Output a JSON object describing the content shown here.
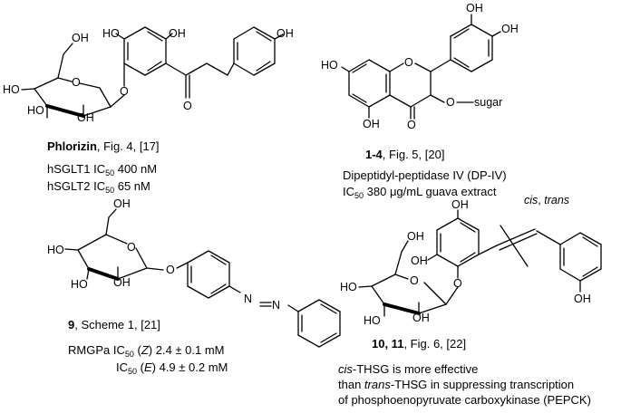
{
  "compounds": [
    {
      "id": "phlorizin",
      "atom_labels": [
        "HO",
        "OH",
        "OH",
        "OH",
        "O",
        "HO",
        "HO",
        "O",
        "OH",
        "O"
      ],
      "caption": {
        "name": "Phlorizin",
        "ref": ", Fig. 4, [17]"
      },
      "activity": [
        {
          "target": "hSGLT1",
          "measure": "IC",
          "sub": "50",
          "value": "400 nM"
        },
        {
          "target": "hSGLT2",
          "measure": "IC",
          "sub": "50",
          "value": "65 nM"
        }
      ]
    },
    {
      "id": "compound-1-4",
      "atom_labels": [
        "OH",
        "OH",
        "HO",
        "O",
        "O",
        "sugar",
        "OH",
        "O"
      ],
      "caption": {
        "name": "1-4",
        "ref": ", Fig. 5, [20]"
      },
      "target": "Dipeptidyl-peptidase IV (DP-IV)",
      "activity": {
        "measure": "IC",
        "sub": "50",
        "value": "380 μg/mL guava extract"
      }
    },
    {
      "id": "compound-9",
      "atom_labels": [
        "OH",
        "O",
        "HO",
        "HO",
        "OH",
        "O",
        "N",
        "N"
      ],
      "caption": {
        "name": "9",
        "ref": ", Scheme 1, [21]"
      },
      "activity": [
        {
          "target": "RMGPa",
          "measure": "IC",
          "sub": "50",
          "isomer": "Z",
          "value": "2.4 ± 0.1 mM"
        },
        {
          "target": "",
          "measure": "IC",
          "sub": "50",
          "isomer": "E",
          "value": "4.9 ± 0.2 mM"
        }
      ]
    },
    {
      "id": "compound-10-11",
      "atom_labels": [
        "OH",
        "OH",
        "OH",
        "O",
        "HO",
        "HO",
        "O",
        "OH",
        "OH"
      ],
      "stereo_label": {
        "a": "cis",
        "sep": ", ",
        "b": "trans"
      },
      "caption": {
        "name": "10, 11",
        "ref": ", Fig. 6, [22]"
      },
      "notes": {
        "line1_italic": "cis",
        "line1": "-THSG is more effective",
        "line2_pre": "than ",
        "line2_italic": "trans",
        "line2": "-THSG in suppressing transcription",
        "line3": "of phosphoenopyruvate carboxykinase (PEPCK)"
      }
    }
  ]
}
